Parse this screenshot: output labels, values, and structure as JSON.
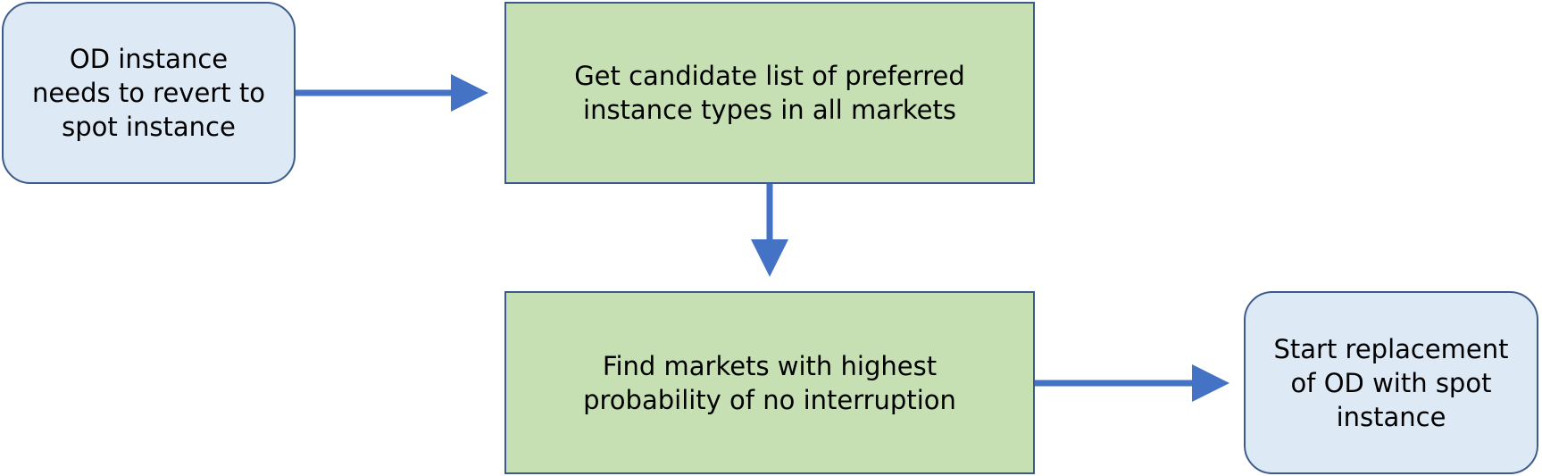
{
  "diagram": {
    "nodes": [
      {
        "id": "n-start",
        "shape": "rounded-rectangle",
        "lines": [
          "OD instance",
          "needs to revert to",
          "spot instance"
        ]
      },
      {
        "id": "n-get",
        "shape": "rectangle",
        "lines": [
          "Get candidate list of preferred",
          "instance types in all markets"
        ]
      },
      {
        "id": "n-find",
        "shape": "rectangle",
        "lines": [
          "Find markets with highest",
          "probability of no interruption"
        ]
      },
      {
        "id": "n-end",
        "shape": "rounded-rectangle",
        "lines": [
          "Start replacement",
          "of OD with spot",
          "instance"
        ]
      }
    ],
    "edges": [
      {
        "from": "n-start",
        "to": "n-get"
      },
      {
        "from": "n-get",
        "to": "n-find"
      },
      {
        "from": "n-find",
        "to": "n-end"
      }
    ],
    "colors": {
      "terminal_fill": "#dde9f5",
      "process_fill": "#c6e0b4",
      "border": "#3d5a8c",
      "arrow": "#4472c4"
    }
  }
}
